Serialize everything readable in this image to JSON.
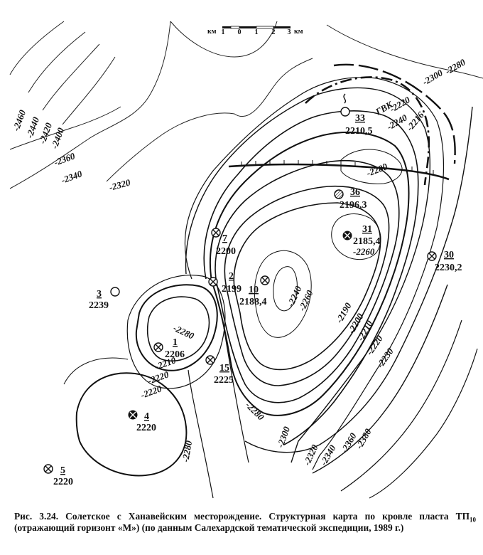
{
  "scale_bar": {
    "label_left": "км",
    "ticks": [
      "1",
      "0",
      "1",
      "2",
      "3"
    ],
    "label_right": "км"
  },
  "contour_labels": {
    "c2460": "-2460",
    "c2440": "-2440",
    "c2420": "-2420",
    "c2400": "-2400",
    "c2360a": "-2360",
    "c2340": "-2340",
    "c2320": "-2320",
    "c2280a": "-2280",
    "c2300a": "-2300",
    "c2220a": "-2220",
    "c2240a": "-2240",
    "c2216": "-2216",
    "gvk": "ГВК",
    "c2280b": "-2280",
    "c2260a": "-2260",
    "c2240b": "-2240",
    "c2260b": "-2260",
    "c2190": "-2190",
    "c2200": "-2200",
    "c2210a": "-2210",
    "c2220b": "-2220",
    "c2230": "-2230",
    "c2280c": "-2280",
    "c2210b": "-2210",
    "c2220c": "-2220",
    "c2280d": "-2280",
    "c2300b": "-2300",
    "c2360b": "-2360",
    "c2380": "-2380",
    "c2280e": "-2280"
  },
  "wells": [
    {
      "number": "33",
      "value": "2210,5",
      "symbol": "open-circle"
    },
    {
      "number": "36",
      "value": "2196,3",
      "symbol": "hatched-circle"
    },
    {
      "number": "31",
      "value": "2185,4",
      "symbol": "filled-cross-circle"
    },
    {
      "number": "7",
      "value": "2200",
      "symbol": "cross-circle"
    },
    {
      "number": "2",
      "value": "2199",
      "symbol": "cross-circle"
    },
    {
      "number": "10",
      "value": "2188,4",
      "symbol": "cross-circle"
    },
    {
      "number": "30",
      "value": "2230,2",
      "symbol": "cross-circle"
    },
    {
      "number": "3",
      "value": "2239",
      "symbol": "open-circle"
    },
    {
      "number": "1",
      "value": "2206",
      "symbol": "cross-circle"
    },
    {
      "number": "15",
      "value": "2225",
      "symbol": "cross-circle"
    },
    {
      "number": "4",
      "value": "2220",
      "symbol": "filled-cross-circle"
    },
    {
      "number": "5",
      "value": "2220",
      "symbol": "cross-circle"
    }
  ],
  "caption": {
    "part1": "Рис. 3.24. Солетское с Ханавейским месторождение. Структурная карта по кровле пласта ТП",
    "subscript": "10",
    "part2": " (отражающий горизонт «М») (по данным Салехардской тематической экспедиции, 1989 г.)"
  }
}
